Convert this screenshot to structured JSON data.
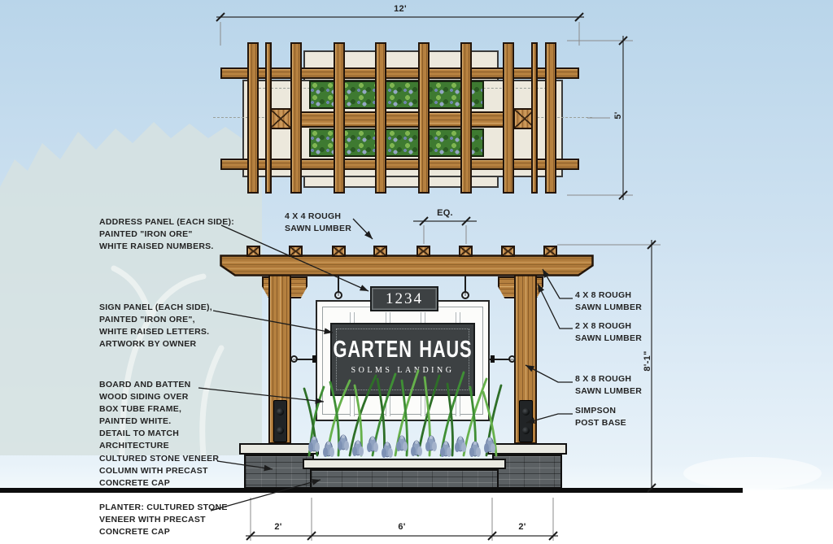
{
  "sign": {
    "address": "1234",
    "brand_left": "GARTEN",
    "brand_right": "HAUS",
    "ornament_icon": "fleur-ornament",
    "tagline": "SOLMS LANDING"
  },
  "dimensions": {
    "plan_width": "12'",
    "plan_depth": "5'",
    "rafter_spacing": "EQ.",
    "overall_height": "8'-1\"",
    "base_left": "2'",
    "base_center": "6'",
    "base_right": "2'"
  },
  "callouts_left": [
    {
      "lines": [
        "ADDRESS PANEL (EACH SIDE):",
        "PAINTED \"IRON ORE\"",
        "WHITE RAISED NUMBERS."
      ]
    },
    {
      "lines": [
        "SIGN PANEL (EACH SIDE),",
        "PAINTED \"IRON ORE\",",
        "WHITE RAISED LETTERS.",
        "ARTWORK BY OWNER"
      ]
    },
    {
      "lines": [
        "BOARD AND BATTEN",
        "WOOD SIDING OVER",
        "BOX TUBE FRAME,",
        "PAINTED WHITE.",
        "DETAIL TO MATCH",
        "ARCHITECTURE"
      ]
    },
    {
      "lines": [
        "CULTURED STONE VENEER",
        "COLUMN WITH PRECAST",
        "CONCRETE CAP"
      ]
    },
    {
      "lines": [
        "PLANTER: CULTURED STONE",
        "VENEER WITH PRECAST",
        "CONCRETE CAP"
      ]
    }
  ],
  "callouts_right": [
    {
      "lines": [
        "4 X 8 ROUGH",
        "SAWN LUMBER"
      ]
    },
    {
      "lines": [
        "2 X 8 ROUGH",
        "SAWN LUMBER"
      ]
    },
    {
      "lines": [
        "8 X 8 ROUGH",
        "SAWN LUMBER"
      ]
    },
    {
      "lines": [
        "SIMPSON",
        "POST BASE"
      ]
    }
  ],
  "callout_rafter": {
    "lines": [
      "4 X 4 ROUGH",
      "SAWN LUMBER"
    ]
  },
  "colors": {
    "sky_top": "#b9d5ea",
    "wood": "#b5803f",
    "charcoal_panel": "#3d4143",
    "stone": "#5b6063",
    "concrete_cap": "#e9e9e1",
    "foliage_green": "#3f8f35",
    "flower_blue": "#8fa2c0",
    "linework": "#1c1c1c"
  }
}
